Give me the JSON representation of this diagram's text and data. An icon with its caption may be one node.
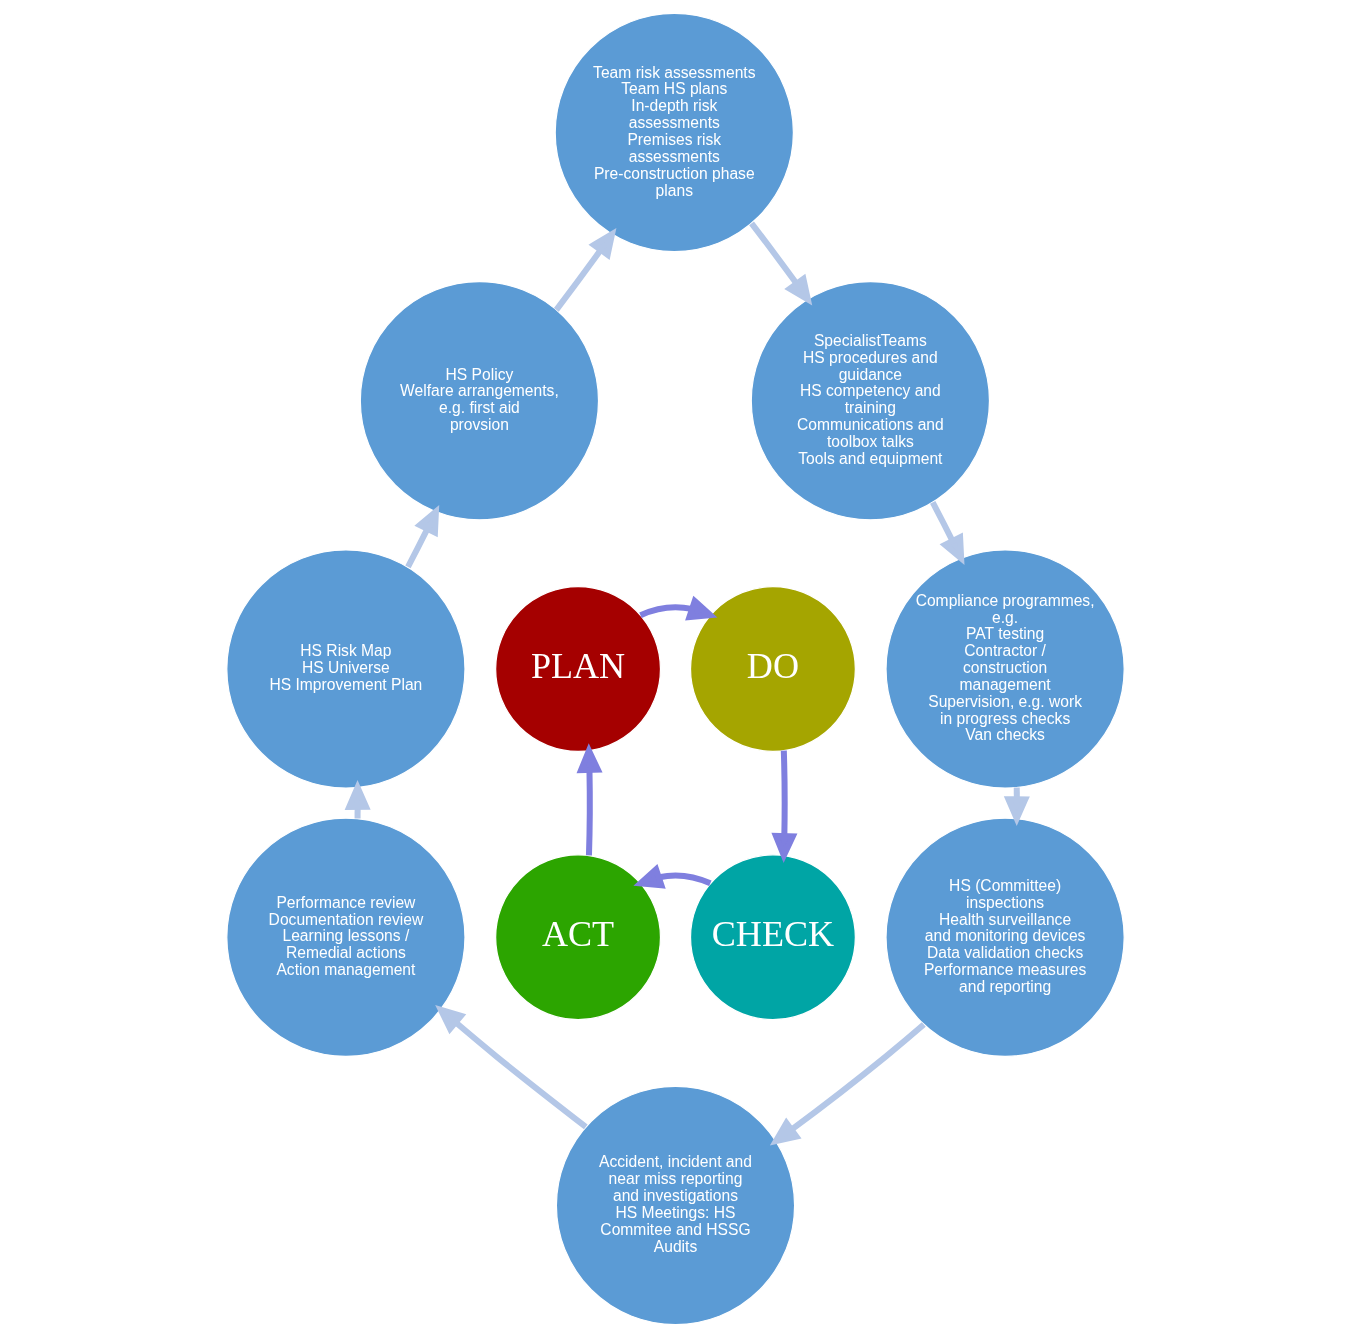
{
  "diagram": {
    "nodes": [
      {
        "text": [
          "Team risk assessments",
          "Team HS plans",
          "In-depth risk assessments",
          "Premises risk assessments",
          "Pre-construction phase plans"
        ]
      },
      {
        "text": [
          "HS Policy",
          "Welfare arrangements, e.g. first aid provsion"
        ]
      },
      {
        "text": [
          "SpecialistTeams",
          "HS procedures and guidance",
          "HS competency and training",
          "Communications and toolbox talks",
          "Tools and equipment"
        ]
      },
      {
        "text": [
          "PLAN"
        ]
      },
      {
        "text": [
          "DO"
        ]
      },
      {
        "text": [
          "HS Risk Map",
          "HS Universe",
          "HS Improvement Plan"
        ]
      },
      {
        "text": [
          "Compliance programmes, e.g.",
          "PAT testing",
          "Contractor / construction management",
          "Supervision, e.g. work in progress checks",
          "Van checks"
        ]
      },
      {
        "text": [
          "ACT"
        ]
      },
      {
        "text": [
          "CHECK"
        ]
      },
      {
        "text": [
          "Performance review",
          "Documentation review",
          "Learning lessons / Remedial actions",
          "Action management"
        ]
      },
      {
        "text": [
          "HS (Committee) inspections",
          "Health surveillance and monitoring devices",
          "Data validation checks",
          "Performance measures and reporting"
        ]
      },
      {
        "text": [
          "Accident, incident and near miss reporting and investigations",
          "HS Meetings: HS Commitee and HSSG",
          "Audits"
        ]
      }
    ],
    "edges": [
      {
        "from": 1,
        "to": 0,
        "arrow": "to"
      },
      {
        "from": 0,
        "to": 2,
        "arrow": "to"
      },
      {
        "from": 2,
        "to": 6,
        "arrow": "to"
      },
      {
        "from": 6,
        "to": 10,
        "arrow": "to"
      },
      {
        "from": 10,
        "to": 11,
        "arrow": "to"
      },
      {
        "from": 11,
        "to": 9,
        "arrow": "to"
      },
      {
        "from": 9,
        "to": 5,
        "arrow": "to"
      },
      {
        "from": 5,
        "to": 1,
        "arrow": "to"
      },
      {
        "from": 3,
        "to": 4,
        "arrow": "to",
        "color": "#7f7fdf"
      },
      {
        "from": 4,
        "to": 8,
        "arrow": "to",
        "color": "#7f7fdf"
      },
      {
        "from": 8,
        "to": 7,
        "arrow": "to",
        "color": "#7f7fdf"
      },
      {
        "from": 7,
        "to": 3,
        "arrow": "to",
        "color": "#7f7fdf"
      }
    ]
  }
}
